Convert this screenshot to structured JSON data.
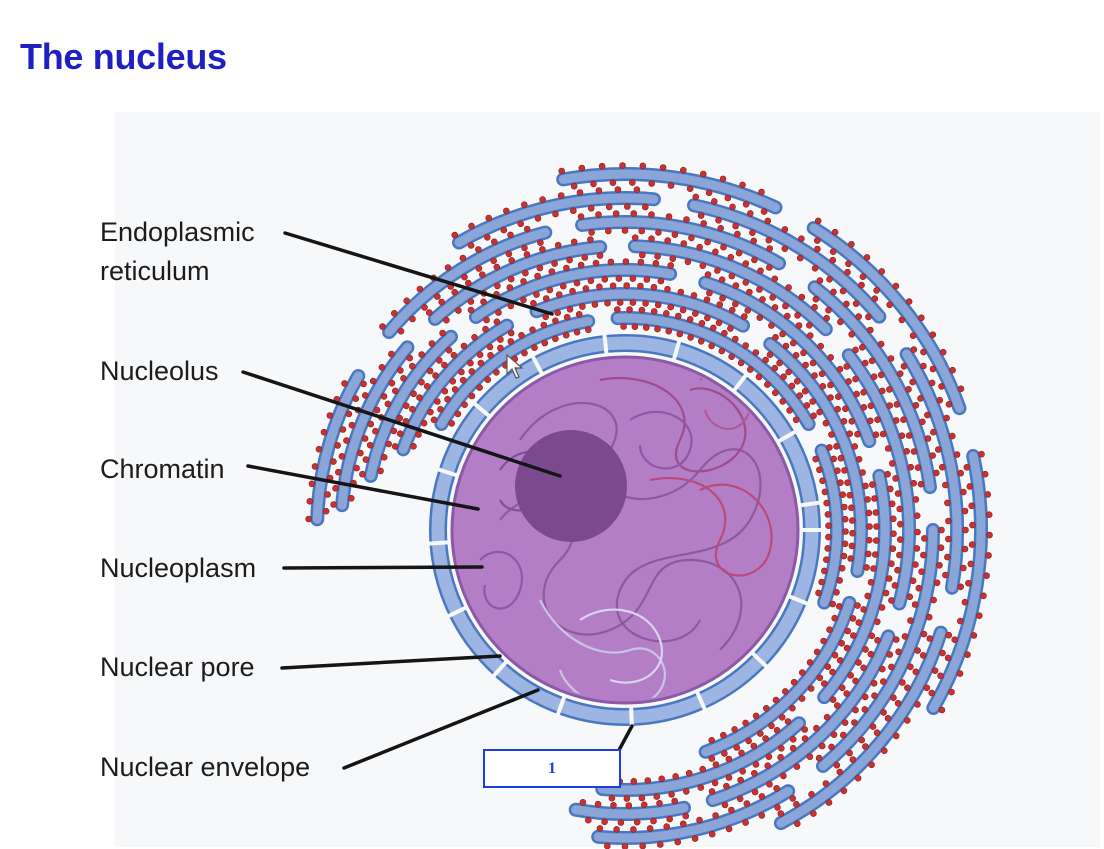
{
  "title": "The nucleus",
  "labels": {
    "endoplasmic_reticulum": [
      "Endoplasmic",
      "reticulum"
    ],
    "nucleolus": "Nucleolus",
    "chromatin": "Chromatin",
    "nucleoplasm": "Nucleoplasm",
    "nuclear_pore": "Nuclear pore",
    "nuclear_envelope": "Nuclear envelope"
  },
  "page_number": "1",
  "colors": {
    "title": "#1f1fc2",
    "er_fill": "#8aa6d8",
    "er_stroke": "#4a78c0",
    "ribosome": "#c83232",
    "nucleoplasm": "#b47ec6",
    "nucleolus": "#7b4a8e",
    "page_box": "#1a3fe0"
  }
}
